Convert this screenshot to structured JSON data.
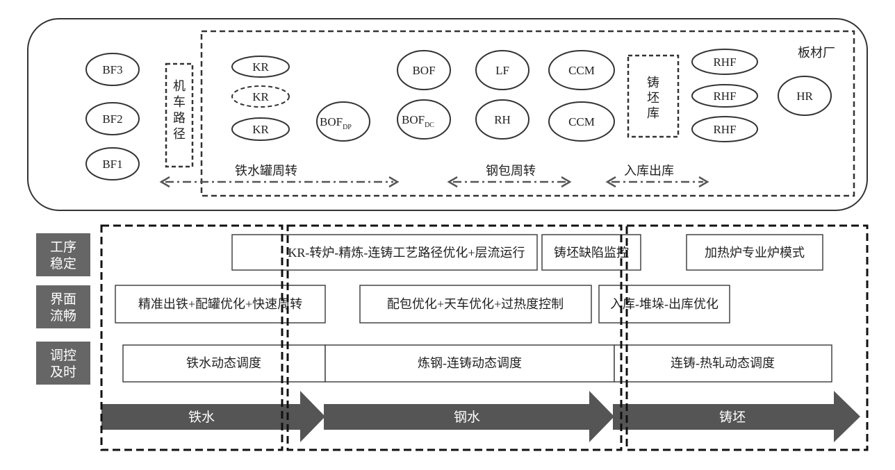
{
  "plant": {
    "title": "板材厂",
    "blast_furnaces": [
      "BF3",
      "BF2",
      "BF1"
    ],
    "loco_route": [
      "机",
      "车",
      "路",
      "径"
    ],
    "kr_units": [
      "KR",
      "KR",
      "KR"
    ],
    "bof_dp": {
      "main": "BOF",
      "sub": "DP"
    },
    "bof_top": "BOF",
    "bof_dc": {
      "main": "BOF",
      "sub": "DC"
    },
    "lf": "LF",
    "rh": "RH",
    "ccm": [
      "CCM",
      "CCM"
    ],
    "slab_yard": [
      "铸",
      "坯",
      "库"
    ],
    "rhf": [
      "RHF",
      "RHF",
      "RHF"
    ],
    "hr": "HR",
    "flow_iron_ladle": "铁水罐周转",
    "flow_steel_ladle": "钢包周转",
    "flow_yard": "入库出库"
  },
  "categories": [
    {
      "line1": "工序",
      "line2": "稳定"
    },
    {
      "line1": "界面",
      "line2": "流畅"
    },
    {
      "line1": "调控",
      "line2": "及时"
    }
  ],
  "row1": {
    "route": "KR-转炉-精炼-连铸工艺路径优化+层流运行",
    "defect": "铸坯缺陷监控",
    "furnace": "加热炉专业炉模式"
  },
  "row2": {
    "iron": "精准出铁+配罐优化+快速周转",
    "ladle": "配包优化+天车优化+过热度控制",
    "yard": "入库-堆垛-出库优化"
  },
  "row3": {
    "iron": "铁水动态调度",
    "steel": "炼钢-连铸动态调度",
    "hot": "连铸-热轧动态调度"
  },
  "arrows": [
    "铁水",
    "钢水",
    "铸坯"
  ],
  "colors": {
    "dark_arrow": "#555555",
    "side_label": "#666666"
  }
}
